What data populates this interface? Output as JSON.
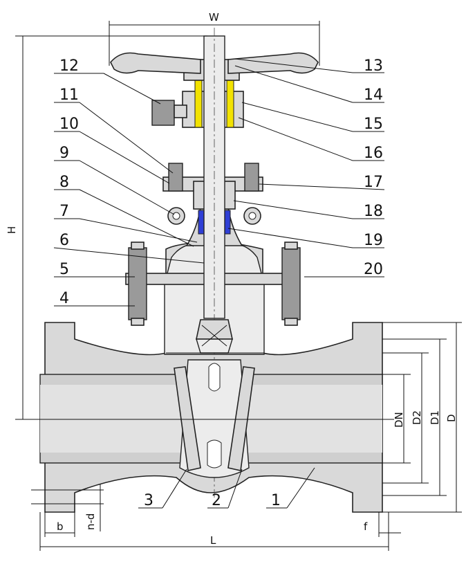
{
  "diagram": {
    "colors": {
      "body": "#d9d9d9",
      "packing_yellow": "#f2e200",
      "seal_blue": "#2f3fd6",
      "outline": "#222222"
    },
    "part_numbers": [
      "1",
      "2",
      "3",
      "4",
      "5",
      "6",
      "7",
      "8",
      "9",
      "10",
      "11",
      "12",
      "13",
      "14",
      "15",
      "16",
      "17",
      "18",
      "19",
      "20"
    ],
    "dimensions": {
      "W": "W",
      "H": "H",
      "L": "L",
      "DN": "DN",
      "D2": "D2",
      "D1": "D1",
      "D": "D",
      "b": "b",
      "f": "f",
      "nd": "n-d"
    }
  }
}
